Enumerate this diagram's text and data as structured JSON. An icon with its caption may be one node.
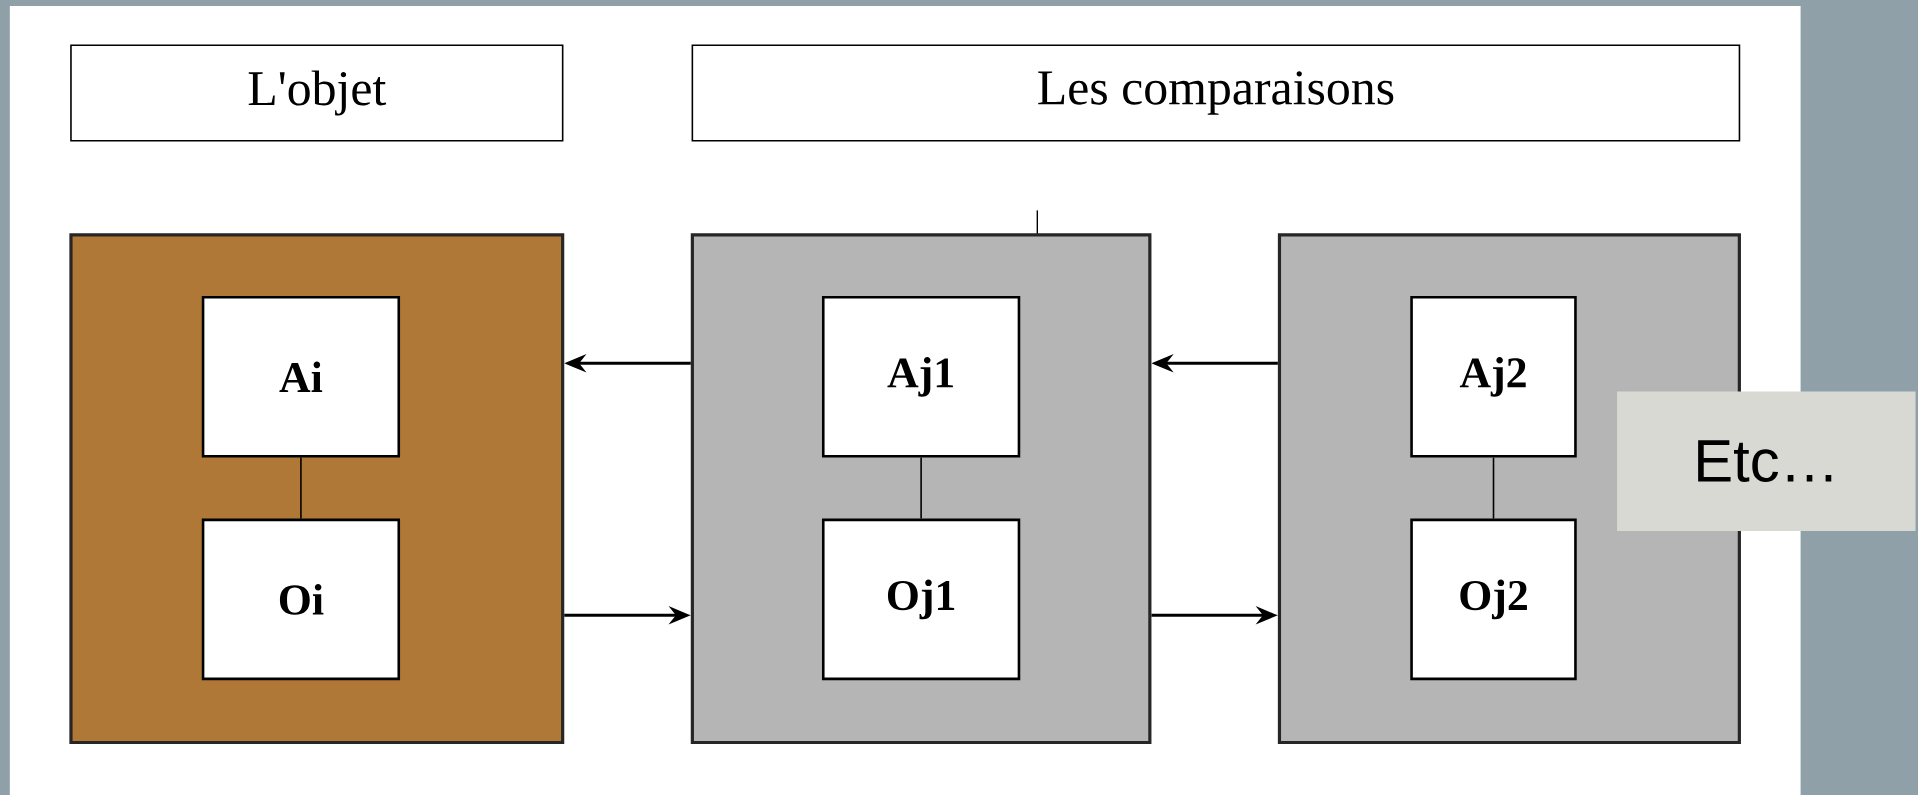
{
  "diagram": {
    "nodes": [
      {
        "text": [
          "L'objet"
        ]
      },
      {
        "text": [
          "Les comparaisons"
        ]
      },
      {
        "text": [],
        "shape": "box"
      },
      {
        "text": [
          "Ai"
        ],
        "in": 2
      },
      {
        "text": [
          "Oi"
        ],
        "in": 2
      },
      {
        "text": [],
        "shape": "box"
      },
      {
        "text": [
          "Aj1"
        ],
        "in": 5
      },
      {
        "text": [
          "Oj1"
        ],
        "in": 5
      },
      {
        "text": [],
        "shape": "box"
      },
      {
        "text": [
          "Aj2"
        ],
        "in": 8
      },
      {
        "text": [
          "Oj2"
        ],
        "in": 8
      },
      {
        "text": [
          "Etc…"
        ]
      }
    ],
    "edges": [
      {
        "from": 3,
        "to": 4,
        "arrow": "none"
      },
      {
        "from": 6,
        "to": 7,
        "arrow": "none"
      },
      {
        "from": 9,
        "to": 10,
        "arrow": "none"
      },
      {
        "from": 5,
        "to": 2,
        "arrow": "to"
      },
      {
        "from": 8,
        "to": 5,
        "arrow": "to"
      },
      {
        "from": 2,
        "to": 5,
        "arrow": "to"
      },
      {
        "from": 5,
        "to": 8,
        "arrow": "to"
      }
    ]
  }
}
